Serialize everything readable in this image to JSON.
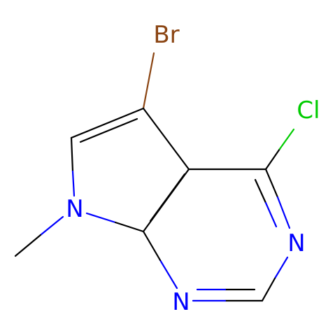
{
  "molecule": {
    "atoms": [
      {
        "id": "br",
        "symbol": "Br",
        "color": "#8B4513"
      },
      {
        "id": "cl",
        "symbol": "Cl",
        "color": "#00CC00"
      },
      {
        "id": "n7",
        "symbol": "N",
        "color": "#0000FF"
      },
      {
        "id": "n3",
        "symbol": "N",
        "color": "#0000FF"
      },
      {
        "id": "n1",
        "symbol": "N",
        "color": "#0000FF"
      }
    ],
    "bond_color": "#000000"
  }
}
